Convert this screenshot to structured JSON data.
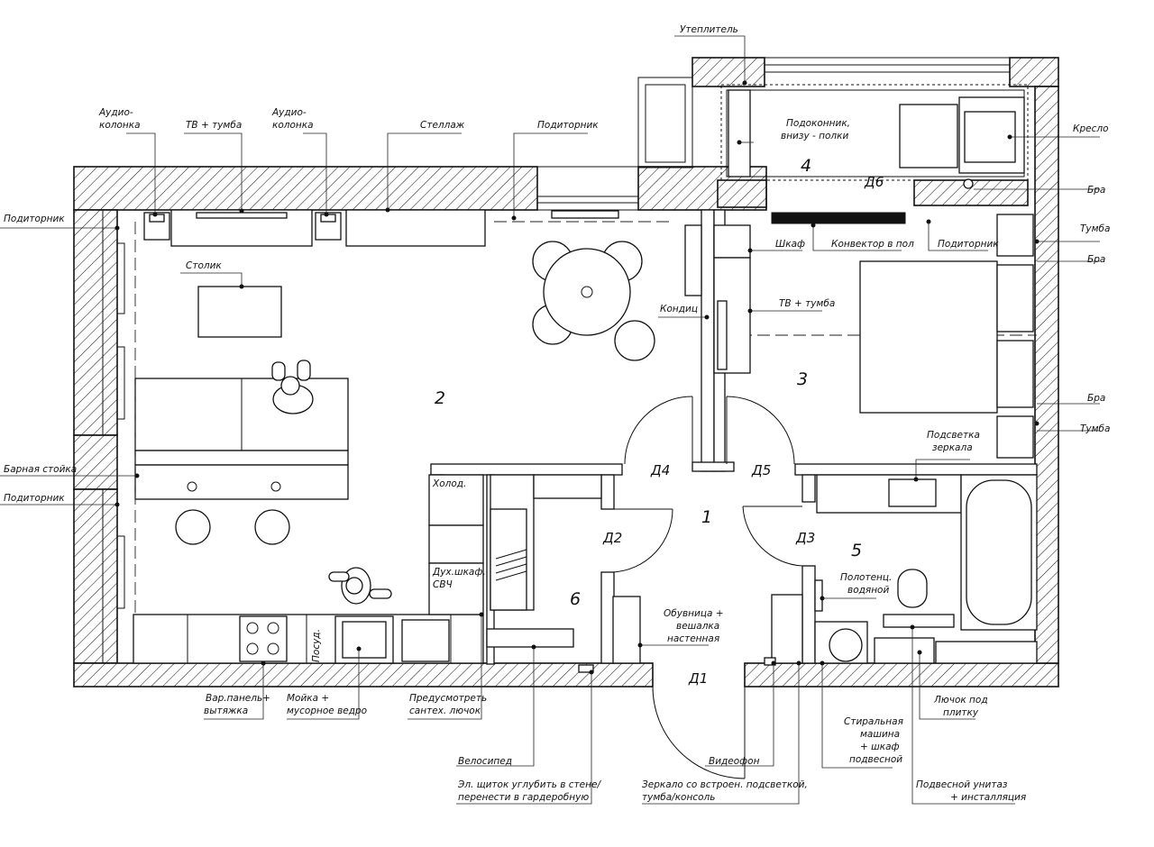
{
  "rooms": [
    "1",
    "2",
    "3",
    "4",
    "5",
    "6"
  ],
  "doors": {
    "d1": "Д1",
    "d2": "Д2",
    "d3": "Д3",
    "d4": "Д4",
    "d5": "Д5",
    "d6": "Д6"
  },
  "labels": {
    "insulation": "Утеплитель",
    "audio_left_1": "Аудио-",
    "audio_left_2": "колонка",
    "tv_stand_living": "ТВ + тумба",
    "audio_right_1": "Аудио-",
    "audio_right_2": "колонка",
    "shelving": "Стеллаж",
    "windowsill_top": "Подиторник",
    "windowsill_left": "Подиторник",
    "windowsill_mid": "Подиторник",
    "windowsill_bed": "Подиторник",
    "sill_shelves_1": "Подоконник,",
    "sill_shelves_2": "внизу - полки",
    "armchair": "Кресло",
    "sconce_1": "Бра",
    "sconce_2": "Бра",
    "sconce_3": "Бра",
    "nightstand_1": "Тумба",
    "nightstand_2": "Тумба",
    "wardrobe": "Шкаф",
    "convector": "Конвектор в пол",
    "tv_stand_bed": "ТВ + тумба",
    "aircon": "Кондиц",
    "coffee_table": "Столик",
    "bar_counter": "Барная стойка",
    "fridge": "Холод.",
    "oven_1": "Дух.шкаф,",
    "oven_2": "СВЧ",
    "dishwasher": "Посуд.",
    "mirror_light_1": "Подсветка",
    "mirror_light_2": "зеркала",
    "towel_1": "Полотенц.",
    "towel_2": "водяной",
    "shoe_1": "Обувница +",
    "shoe_2": "вешалка",
    "shoe_3": "настенная",
    "hood_1": "Вар.панель+",
    "hood_2": "вытяжка",
    "sink_1": "Мойка +",
    "sink_2": "мусорное ведро",
    "plumb_1": "Предусмотреть",
    "plumb_2": "сантех. лючок",
    "bicycle": "Велосипед",
    "panel_1": "Эл. щиток углубить в стене/",
    "panel_2": "перенести в гардеробную",
    "intercom": "Видеофон",
    "mirror_1": "Зеркало со встроен. подсветкой,",
    "mirror_2": "тумба/консоль",
    "washer_1": "Стиральная",
    "washer_2": "машина",
    "washer_3": "+ шкаф",
    "washer_4": "подвесной",
    "hatch_1": "Лючок под",
    "hatch_2": "плитку",
    "toilet_1": "Подвесной унитаз",
    "toilet_2": "+ инсталляция"
  }
}
